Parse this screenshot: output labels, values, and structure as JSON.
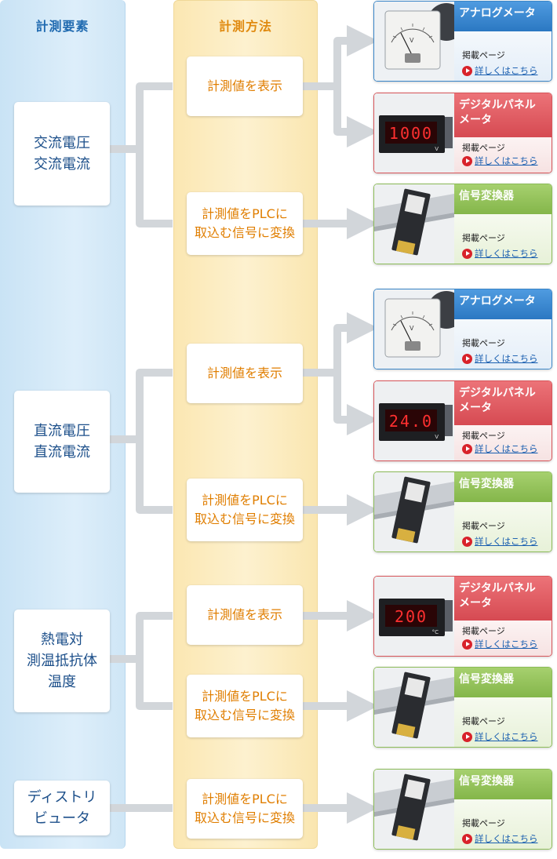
{
  "headers": {
    "elements": "計測要素",
    "methods": "計測方法"
  },
  "sections": [
    {
      "element": "交流電圧\n交流電流",
      "methods": [
        "計測値を表示",
        "計測値をPLCに\n取込む信号に変換"
      ]
    },
    {
      "element": "直流電圧\n直流電流",
      "methods": [
        "計測値を表示",
        "計測値をPLCに\n取込む信号に変換"
      ]
    },
    {
      "element": "熱電対\n測温抵抗体\n温度",
      "methods": [
        "計測値を表示",
        "計測値をPLCに\n取込む信号に変換"
      ]
    },
    {
      "element": "ディストリ\nビュータ",
      "methods": [
        "計測値をPLCに\n取込む信号に変換"
      ]
    }
  ],
  "products": [
    {
      "title": "アナログメータ",
      "color": "#2b78c2",
      "display": "",
      "unit": "V"
    },
    {
      "title": "デジタルパネル\nメータ",
      "color": "#d64a52",
      "display": "1000",
      "unit": "V"
    },
    {
      "title": "信号変換器",
      "color": "#84b64a",
      "display": "",
      "unit": ""
    },
    {
      "title": "アナログメータ",
      "color": "#2b78c2",
      "display": "",
      "unit": "V"
    },
    {
      "title": "デジタルパネル\nメータ",
      "color": "#d64a52",
      "display": "24.0",
      "unit": "V"
    },
    {
      "title": "信号変換器",
      "color": "#84b64a",
      "display": "",
      "unit": ""
    },
    {
      "title": "デジタルパネル\nメータ",
      "color": "#d64a52",
      "display": "200",
      "unit": "°C"
    },
    {
      "title": "信号変換器",
      "color": "#84b64a",
      "display": "",
      "unit": ""
    },
    {
      "title": "信号変換器",
      "color": "#84b64a",
      "display": "",
      "unit": ""
    }
  ],
  "card_text": {
    "page": "掲載ページ",
    "link": "詳しくはこちら"
  }
}
